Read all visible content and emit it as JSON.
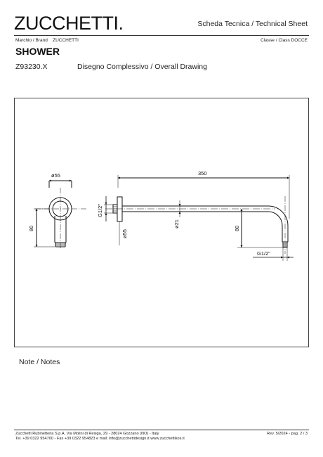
{
  "header": {
    "brand_logo": "ZUCCHETTI.",
    "sheet_label": "Scheda Tecnica / Technical Sheet",
    "brand_row": "Marchio / Brand    ZUCCHETTI",
    "class_row": "Classe / Class  DOCCE"
  },
  "product": {
    "title": "SHOWER",
    "code": "Z93230.X",
    "drawing_title": "Disegno Complessivo / Overall Drawing"
  },
  "drawing": {
    "side_diameter": "ø55",
    "side_height": "80",
    "length": "350",
    "thread_left": "G1/2\"",
    "flange_diameter": "ø55",
    "pipe_diameter": "ø21",
    "drop_height": "80",
    "thread_right": "G1/2\""
  },
  "notes": {
    "label": "Note / Notes"
  },
  "footer": {
    "line1": "Zucchetti Rubinetteria S.p.A. Via Molini di Resiga, 29 - 28024 Gozzano (NO) - Italy",
    "line2": "Tel. +39 0322 954700 - Fax +39 0322 954823 e mail: info@zucchettidesign.it www.zucchettikos.it",
    "revision": "Rev. 5/2024 - pag. 2 / 3"
  }
}
